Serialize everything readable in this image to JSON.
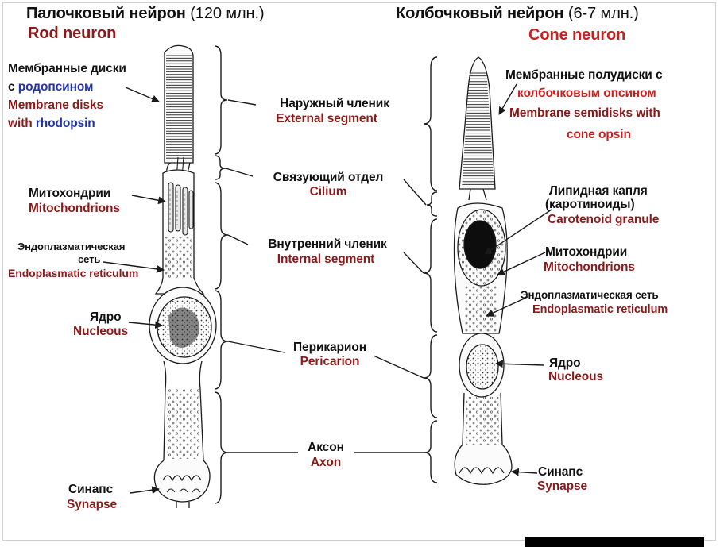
{
  "colors": {
    "red": "#8b1a1a",
    "blue": "#2233aa",
    "bright": "#cc1f1f",
    "ink": "#1a1a1a"
  },
  "rod": {
    "title_ru": "Палочковый нейрон",
    "title_count": "(120 млн.)",
    "title_en": "Rod neuron",
    "disks_ru_1": "Мембранные диски",
    "disks_ru_2a": "с ",
    "disks_ru_2b": "родопсином",
    "disks_en_1": "Membrane disks",
    "disks_en_2a": "with ",
    "disks_en_2b": "rhodopsin",
    "mito_ru": "Митохондрии",
    "mito_en": "Mitochondrions",
    "er_ru_1": "Эндоплазматическая",
    "er_ru_2": "сеть",
    "er_en": "Endoplasmatic reticulum",
    "nucleus_ru": "Ядро",
    "nucleus_en": "Nucleous",
    "synapse_ru": "Синапс",
    "synapse_en": "Synapse"
  },
  "cone": {
    "title_ru": "Колбочковый нейрон",
    "title_count": "(6-7 млн.)",
    "title_en": "Cone neuron",
    "semidisks_ru_1": "Мембранные полудиски с",
    "semidisks_ru_2": "колбочковым опсином",
    "semidisks_en_1": "Membrane semidisks with",
    "semidisks_en_2": "cone opsin",
    "lipid_ru_1": "Липидная капля",
    "lipid_ru_2": "(каротиноиды)",
    "lipid_en": "Carotenoid granule",
    "mito_ru": "Митохондрии",
    "mito_en": "Mitochondrions",
    "er_ru": "Эндоплазматическая сеть",
    "er_en": "Endoplasmatic reticulum",
    "nucleus_ru": "Ядро",
    "nucleus_en": "Nucleous",
    "synapse_ru": "Синапс",
    "synapse_en": "Synapse"
  },
  "segments": {
    "external_ru": "Наружный членик",
    "external_en": "External segment",
    "cilium_ru": "Связующий отдел",
    "cilium_en": "Cilium",
    "internal_ru": "Внутренний членик",
    "internal_en": "Internal segment",
    "pericarion_ru": "Перикарион",
    "pericarion_en": "Pericarion",
    "axon_ru": "Аксон",
    "axon_en": "Axon"
  }
}
